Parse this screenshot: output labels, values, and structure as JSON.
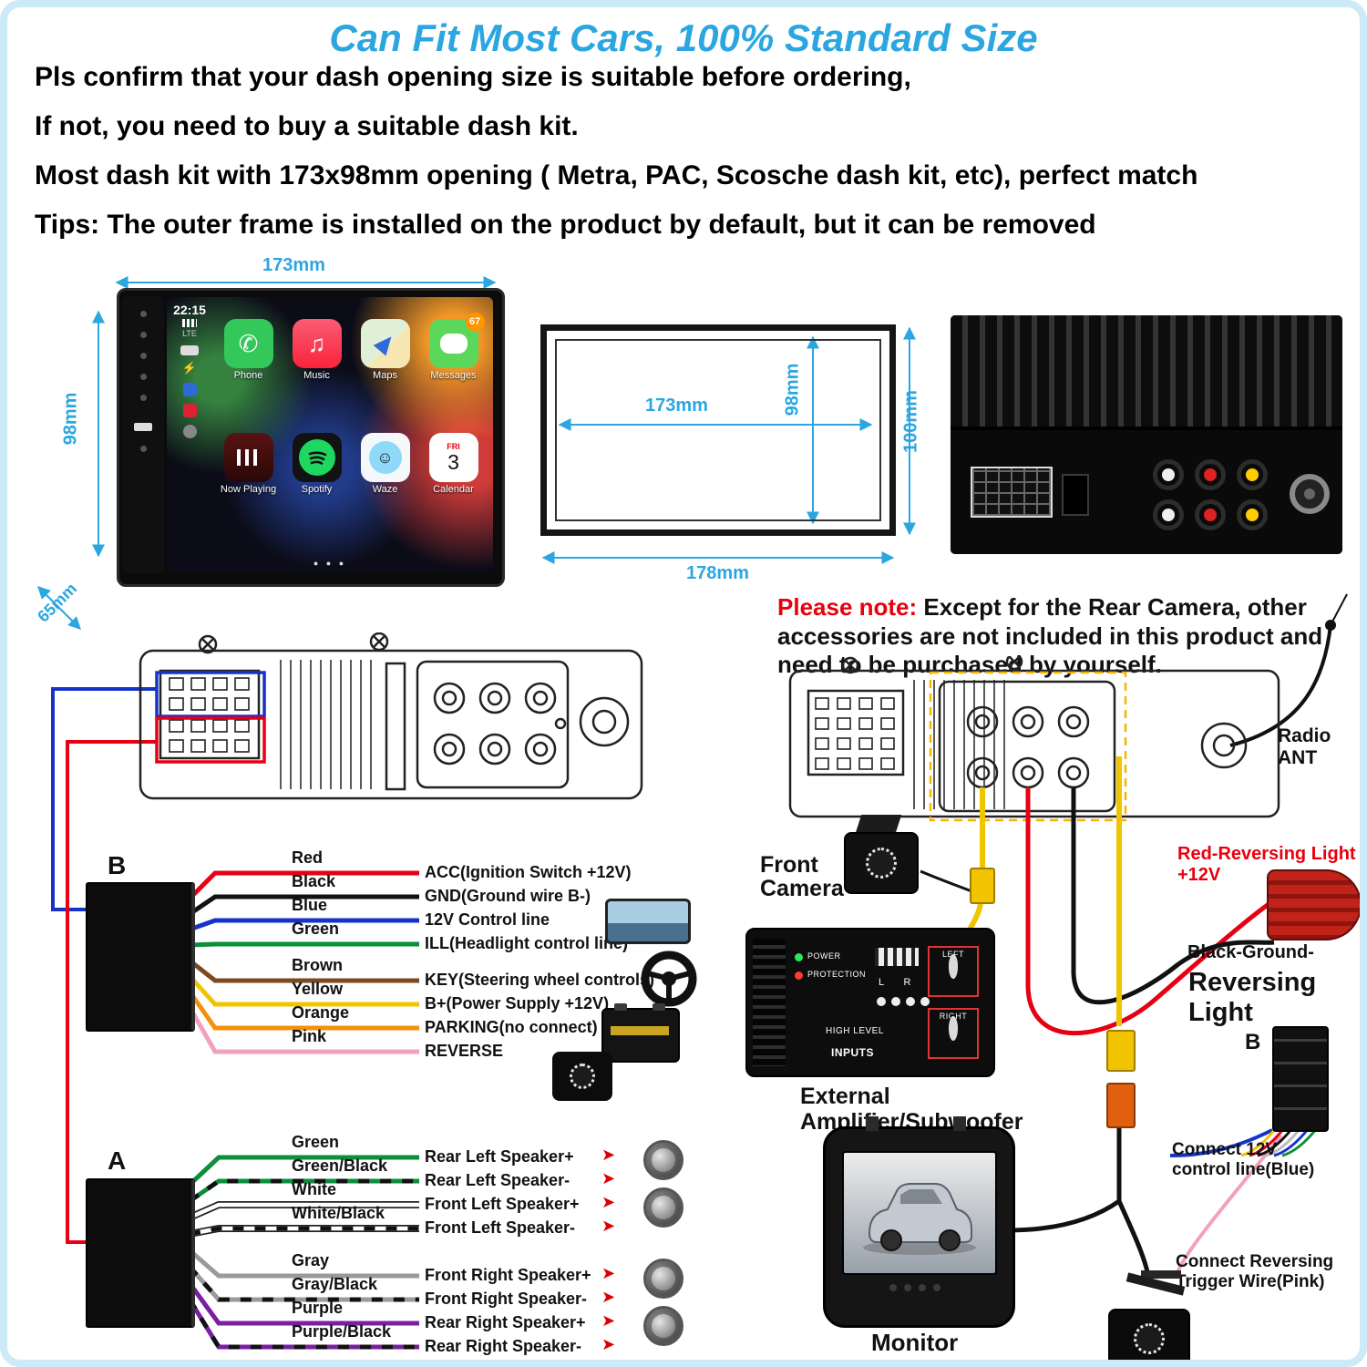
{
  "page": {
    "border_color": "#cdeaf7",
    "background": "#ffffff",
    "accent_blue": "#2ba6e0",
    "accent_red": "#e8000d"
  },
  "header": {
    "title": "Can Fit Most Cars, 100% Standard Size",
    "lines": [
      "Pls confirm that your dash opening size is suitable before ordering,",
      "If not, you need to buy a suitable dash kit.",
      "Most dash kit with 173x98mm opening ( Metra, PAC, Scosche dash kit, etc), perfect match",
      "Tips: The outer frame is installed on the product by default, but it can be removed"
    ]
  },
  "icons": {
    "phone": "✆",
    "music": "♫",
    "waze_face": "☺",
    "bolt": "⚡",
    "arrow": "➤"
  },
  "stereo": {
    "dims": {
      "width": "173mm",
      "height": "98mm",
      "depth": "65mm"
    },
    "statusbar": {
      "time": "22:15",
      "network": "LTE"
    },
    "page_dots": "● ● ●",
    "apps": [
      {
        "label": "Phone"
      },
      {
        "label": "Music"
      },
      {
        "label": "Maps"
      },
      {
        "label": "Messages",
        "badge": "67"
      },
      {
        "label": "Now Playing"
      },
      {
        "label": "Spotify"
      },
      {
        "label": "Waze"
      },
      {
        "label": "Calendar",
        "weekday": "FRI",
        "day": "3"
      }
    ]
  },
  "frame": {
    "dims": {
      "inner_width": "173mm",
      "inner_height": "98mm",
      "outer_height": "100mm",
      "outer_width": "178mm"
    }
  },
  "note": {
    "prefix": "Please note:",
    "text": " Except for the Rear Camera, other accessories are not included in this product and need to be purchased by yourself."
  },
  "accessories": {
    "radio_ant": "Radio ANT",
    "front_camera": "Front Camera",
    "amplifier": "External Amplifier/Subwoofer",
    "amp_panel": {
      "power": "POWER",
      "protection": "PROTECTION",
      "channels": "L      R",
      "high_level": "HIGH LEVEL",
      "inputs": "INPUTS",
      "left": "LEFT",
      "right": "RIGHT"
    },
    "reversing_red": "Red-Reversing Light +12V",
    "reversing_black": "Black-Ground-",
    "reversing_light": "Reversing Light",
    "connector_b2": "B",
    "connect_blue": "Connect 12V control line(Blue)",
    "connect_pink": "Connect Reversing Trigger Wire(Pink)",
    "monitor": "Monitor"
  },
  "harness_b": {
    "label": "B",
    "wires": [
      {
        "color_name": "Red",
        "hex": "#e60012",
        "label": "ACC(Ignition Switch +12V)"
      },
      {
        "color_name": "Black",
        "hex": "#111111",
        "label": "GND(Ground wire B-)"
      },
      {
        "color_name": "Blue",
        "hex": "#1533c9",
        "label": "12V Control line"
      },
      {
        "color_name": "Green",
        "hex": "#0b8f3a",
        "label": "ILL(Headlight control line)"
      },
      {
        "color_name": "Brown",
        "hex": "#7b4a21",
        "label": "KEY(Steering wheel controls)"
      },
      {
        "color_name": "Yellow",
        "hex": "#f0c400",
        "label": "B+(Power Supply +12V)"
      },
      {
        "color_name": "Orange",
        "hex": "#f5900a",
        "label": "PARKING(no connect)"
      },
      {
        "color_name": "Pink",
        "hex": "#f3a0c0",
        "label": "REVERSE"
      }
    ]
  },
  "harness_a": {
    "label": "A",
    "wires": [
      {
        "color_name": "Green",
        "hex": "#0b8f3a",
        "stripe": false,
        "label": "Rear Left Speaker+"
      },
      {
        "color_name": "Green/Black",
        "hex": "#0b8f3a",
        "stripe": true,
        "label": "Rear Left Speaker-"
      },
      {
        "color_name": "White",
        "hex": "#ffffff",
        "stripe": false,
        "label": "Front Left Speaker+"
      },
      {
        "color_name": "White/Black",
        "hex": "#ffffff",
        "stripe": true,
        "label": "Front Left Speaker-"
      },
      {
        "color_name": "Gray",
        "hex": "#9a9a9a",
        "stripe": false,
        "label": "Front Right Speaker+"
      },
      {
        "color_name": "Gray/Black",
        "hex": "#9a9a9a",
        "stripe": true,
        "label": "Front Right Speaker-"
      },
      {
        "color_name": "Purple",
        "hex": "#7a1fa2",
        "stripe": false,
        "label": "Rear Right Speaker+"
      },
      {
        "color_name": "Purple/Black",
        "hex": "#7a1fa2",
        "stripe": true,
        "label": "Rear Right Speaker-"
      }
    ]
  }
}
